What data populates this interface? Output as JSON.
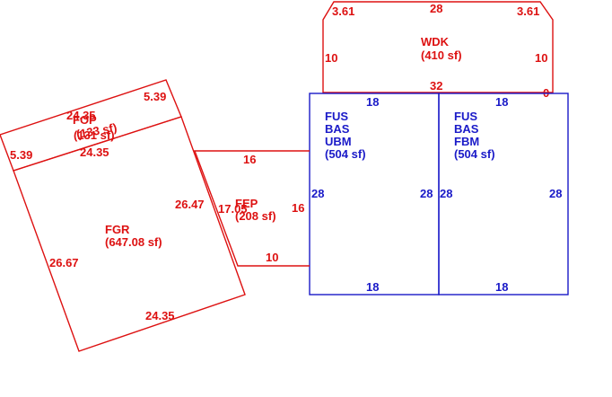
{
  "colors": {
    "red": "#dd1111",
    "blue": "#1a1ac8",
    "background": "#ffffff"
  },
  "wdk": {
    "code": "WDK",
    "area": "(410 sf)",
    "dims": {
      "top": "28",
      "left": "10",
      "right": "10",
      "bottom": "32",
      "corner_left": "3.61",
      "corner_right": "3.61",
      "zero": "0"
    }
  },
  "ubm": {
    "line1": "FUS",
    "line2": "BAS",
    "line3": "UBM",
    "area": "(504 sf)",
    "dims": {
      "top": "18",
      "bottom": "18",
      "left": "28",
      "right": "28"
    }
  },
  "fbm": {
    "line1": "FUS",
    "line2": "BAS",
    "line3": "FBM",
    "area": "(504 sf)",
    "dims": {
      "top": "18",
      "bottom": "18",
      "left": "28",
      "right": "28"
    }
  },
  "fep": {
    "code": "FEP",
    "area": "(208 sf)",
    "dims": {
      "top": "16",
      "bottom": "10",
      "right": "16",
      "left": "17.05"
    }
  },
  "fop": {
    "code": "FOP",
    "area": "(131 sf)",
    "area_overlap": "(133 sf)",
    "dims": {
      "top": "24.35",
      "bottom": "24.35",
      "left": "5.39",
      "right": "5.39"
    }
  },
  "fgr": {
    "code": "FGR",
    "area": "(647.08 sf)",
    "dims": {
      "bottom": "24.35",
      "left": "26.67",
      "right": "26.47"
    }
  }
}
